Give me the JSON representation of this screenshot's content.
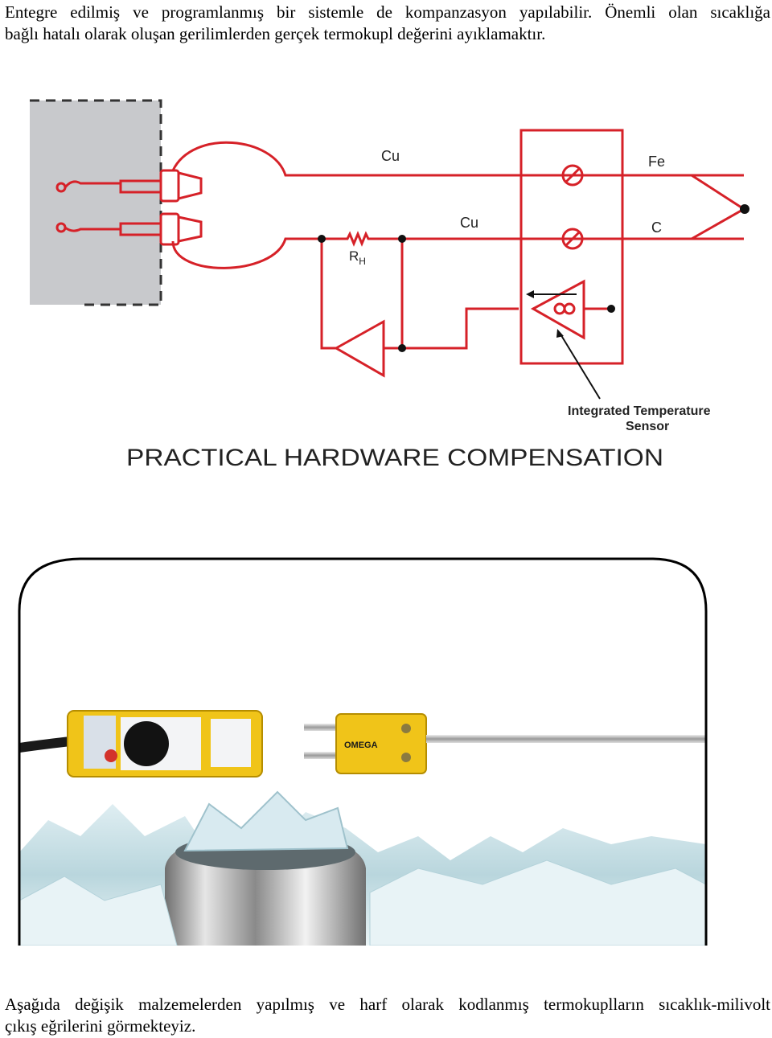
{
  "intro": {
    "line1": "Entegre edilmiş ve programlanmış bir sistemle de kompanzasyon yapılabilir. Önemli olan sıcaklığa",
    "line2": "bağlı hatalı olarak oluşan gerilimlerden gerçek termokupl değerini ayıklamaktır."
  },
  "diagram": {
    "label_cu_top": "Cu",
    "label_cu_mid": "Cu",
    "label_fe": "Fe",
    "label_c": "C",
    "label_r": "R",
    "label_r_sub": "H",
    "sensor_label_line1": "Integrated  Temperature",
    "sensor_label_line2": "Sensor",
    "title": "PRACTICAL HARDWARE COMPENSATION",
    "colors": {
      "wire": "#d62128",
      "block": "#c8c9cc",
      "ink": "#222222"
    }
  },
  "photo": {
    "brand": "OMEGA"
  },
  "outro": {
    "line1": "Aşağıda değişik malzemelerden yapılmış ve harf olarak kodlanmış termokuplların sıcaklık-milivolt",
    "line2": "çıkış eğrilerini görmekteyiz."
  }
}
